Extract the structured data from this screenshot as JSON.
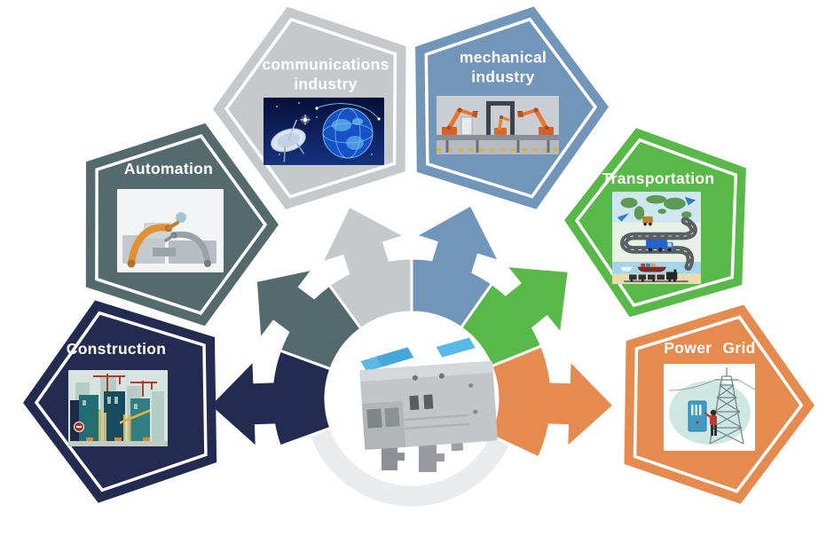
{
  "hub": {
    "inner_circle_color": "#ffffff",
    "base_ring_color": "#e9ebed",
    "product": {
      "name": "fuse terminal block",
      "body_color": "#c3c6c8",
      "lever_color": "#58b9e9"
    }
  },
  "sectors": [
    {
      "id": "communications-industry",
      "label": "communications\nindustry",
      "color": "#c6c9cb",
      "image": "satellite-dishes-and-globe"
    },
    {
      "id": "mechanical-industry",
      "label": "mechanical\nindustry",
      "color": "#7295ba",
      "image": "factory-robots"
    },
    {
      "id": "automation",
      "label": "Automation",
      "color": "#546a6d",
      "image": "robotic-arms"
    },
    {
      "id": "transportation",
      "label": "Transportation",
      "color": "#58b848",
      "image": "logistics-world-map"
    },
    {
      "id": "construction",
      "label": "Construction",
      "color": "#232c50",
      "image": "construction-site"
    },
    {
      "id": "power-grid",
      "label": "Power Grid",
      "color": "#e58b50",
      "image": "power-grid-engineer"
    }
  ]
}
